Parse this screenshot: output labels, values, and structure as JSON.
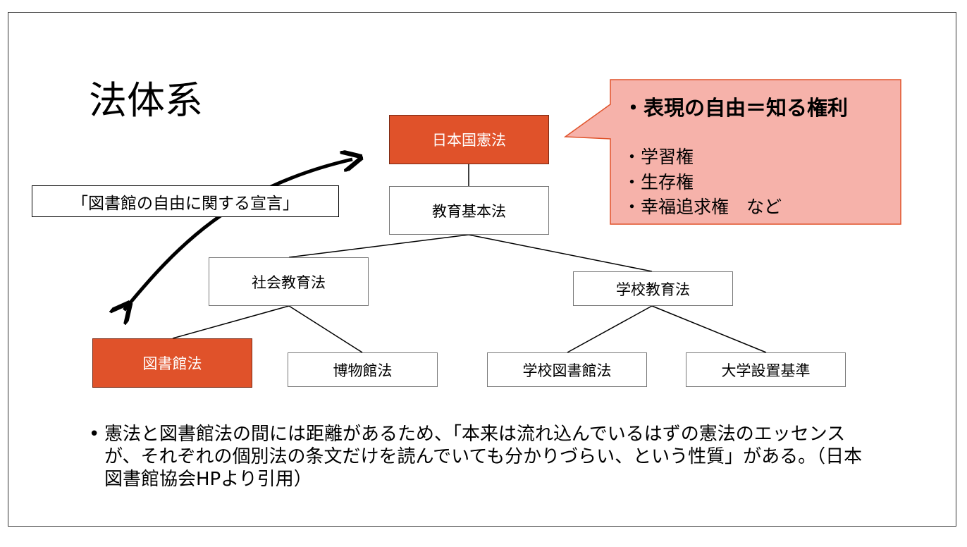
{
  "title": "法体系",
  "nodes": {
    "constitution": "日本国憲法",
    "education_basic": "教育基本法",
    "social_education": "社会教育法",
    "school_education": "学校教育法",
    "library_law": "図書館法",
    "museum_law": "博物館法",
    "school_library_law": "学校図書館法",
    "university_standards": "大学設置基準"
  },
  "declaration": "「図書館の自由に関する宣言」",
  "callout": {
    "heading": "・表現の自由＝知る権利",
    "items": [
      "・学習権",
      "・生存権",
      "・幸福追求権　など"
    ]
  },
  "note": {
    "bullet": "•",
    "text": "憲法と図書館法の間には距離があるため、「本来は流れ込んでいるはずの憲法のエッセンスが、それぞれの個別法の条文だけを読んでいても分かりづらい、という性質」がある。（日本図書館協会HPより引用）"
  },
  "colors": {
    "highlight": "#E0522A",
    "callout_fill": "#F6B2AA",
    "callout_border": "#E0522A"
  }
}
